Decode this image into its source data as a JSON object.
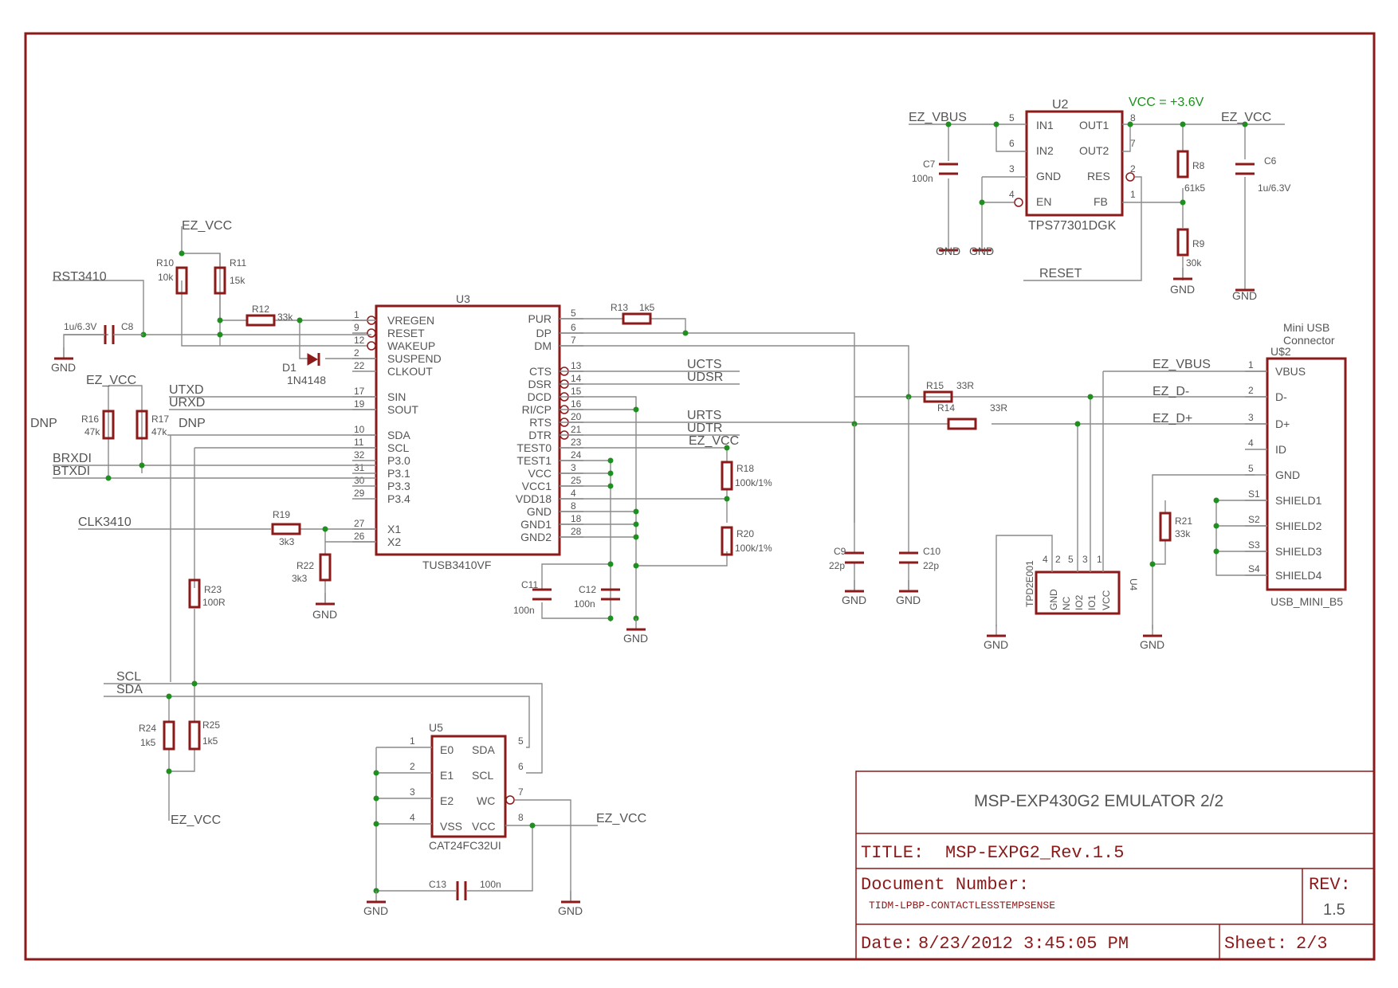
{
  "title_block": {
    "sheet_title": "MSP-EXP430G2 EMULATOR 2/2",
    "title_label": "TITLE:",
    "title_value": "MSP-EXPG2_Rev.1.5",
    "doc_label": "Document Number:",
    "doc_value": "TIDM-LPBP-CONTACTLESSTEMPSENSE",
    "rev_label": "REV:",
    "rev_value": "1.5",
    "date_label": "Date:",
    "date_value": "8/23/2012 3:45:05 PM",
    "sheet_label": "Sheet:",
    "sheet_value": "2/3"
  },
  "u2": {
    "ref": "U2",
    "part": "TPS77301DGK",
    "note": "VCC = +3.6V",
    "pins_left": [
      {
        "name": "IN1",
        "num": "5"
      },
      {
        "name": "IN2",
        "num": "6"
      },
      {
        "name": "GND",
        "num": "3"
      },
      {
        "name": "EN",
        "num": "4"
      }
    ],
    "pins_right": [
      {
        "name": "OUT1",
        "num": "8"
      },
      {
        "name": "OUT2",
        "num": "7"
      },
      {
        "name": "RES",
        "num": "2"
      },
      {
        "name": "FB",
        "num": "1"
      }
    ]
  },
  "u3": {
    "ref": "U3",
    "part": "TUSB3410VF",
    "pins_left": [
      {
        "name": "VREGEN",
        "num": "1"
      },
      {
        "name": "RESET",
        "num": "9"
      },
      {
        "name": "WAKEUP",
        "num": "12"
      },
      {
        "name": "SUSPEND",
        "num": "2"
      },
      {
        "name": "CLKOUT",
        "num": "22"
      },
      {
        "name": "SIN",
        "num": "17"
      },
      {
        "name": "SOUT",
        "num": "19"
      },
      {
        "name": "SDA",
        "num": "10"
      },
      {
        "name": "SCL",
        "num": "11"
      },
      {
        "name": "P3.0",
        "num": "32"
      },
      {
        "name": "P3.1",
        "num": "31"
      },
      {
        "name": "P3.3",
        "num": "30"
      },
      {
        "name": "P3.4",
        "num": "29"
      },
      {
        "name": "X1",
        "num": "27"
      },
      {
        "name": "X2",
        "num": "26"
      }
    ],
    "pins_right": [
      {
        "name": "PUR",
        "num": "5"
      },
      {
        "name": "DP",
        "num": "6"
      },
      {
        "name": "DM",
        "num": "7"
      },
      {
        "name": "CTS",
        "num": "13"
      },
      {
        "name": "DSR",
        "num": "14"
      },
      {
        "name": "DCD",
        "num": "15"
      },
      {
        "name": "RI/CP",
        "num": "16"
      },
      {
        "name": "RTS",
        "num": "20"
      },
      {
        "name": "DTR",
        "num": "21"
      },
      {
        "name": "TEST0",
        "num": "23"
      },
      {
        "name": "TEST1",
        "num": "24"
      },
      {
        "name": "VCC",
        "num": "3"
      },
      {
        "name": "VCC1",
        "num": "25"
      },
      {
        "name": "VDD18",
        "num": "4"
      },
      {
        "name": "GND",
        "num": "8"
      },
      {
        "name": "GND1",
        "num": "18"
      },
      {
        "name": "GND2",
        "num": "28"
      }
    ]
  },
  "u5": {
    "ref": "U5",
    "part": "CAT24FC32UI",
    "pins_left": [
      {
        "name": "E0",
        "num": "1"
      },
      {
        "name": "E1",
        "num": "2"
      },
      {
        "name": "E2",
        "num": "3"
      },
      {
        "name": "VSS",
        "num": "4"
      }
    ],
    "pins_right": [
      {
        "name": "SDA",
        "num": "5"
      },
      {
        "name": "SCL",
        "num": "6"
      },
      {
        "name": "WC",
        "num": "7"
      },
      {
        "name": "VCC",
        "num": "8"
      }
    ]
  },
  "usb": {
    "ref": "U$2",
    "part": "USB_MINI_B5",
    "title1": "Mini USB",
    "title2": "Connector",
    "pins": [
      {
        "name": "VBUS",
        "num": "1"
      },
      {
        "name": "D-",
        "num": "2"
      },
      {
        "name": "D+",
        "num": "3"
      },
      {
        "name": "ID",
        "num": "4"
      },
      {
        "name": "GND",
        "num": "5"
      },
      {
        "name": "SHIELD1",
        "num": "S1"
      },
      {
        "name": "SHIELD2",
        "num": "S2"
      },
      {
        "name": "SHIELD3",
        "num": "S3"
      },
      {
        "name": "SHIELD4",
        "num": "S4"
      }
    ]
  },
  "u4": {
    "ref": "U4",
    "part": "TPD2E001",
    "pins": [
      {
        "name": "GND",
        "num": "4"
      },
      {
        "name": "NC",
        "num": "2"
      },
      {
        "name": "IO2",
        "num": "5"
      },
      {
        "name": "IO1",
        "num": "3"
      },
      {
        "name": "VCC",
        "num": "1"
      }
    ]
  },
  "resistors": [
    {
      "ref": "R8",
      "value": "61k5"
    },
    {
      "ref": "R9",
      "value": "30k"
    },
    {
      "ref": "R10",
      "value": "10k"
    },
    {
      "ref": "R11",
      "value": "15k"
    },
    {
      "ref": "R12",
      "value": "33k"
    },
    {
      "ref": "R13",
      "value": "1k5"
    },
    {
      "ref": "R14",
      "value": "33R"
    },
    {
      "ref": "R15",
      "value": "33R"
    },
    {
      "ref": "R16",
      "value": "47k"
    },
    {
      "ref": "R17",
      "value": "47k"
    },
    {
      "ref": "R18",
      "value": "100k/1%"
    },
    {
      "ref": "R19",
      "value": "3k3"
    },
    {
      "ref": "R20",
      "value": "100k/1%"
    },
    {
      "ref": "R21",
      "value": "33k"
    },
    {
      "ref": "R22",
      "value": "3k3"
    },
    {
      "ref": "R23",
      "value": "100R"
    },
    {
      "ref": "R24",
      "value": "1k5"
    },
    {
      "ref": "R25",
      "value": "1k5"
    }
  ],
  "capacitors": [
    {
      "ref": "C6",
      "value": "1u/6.3V"
    },
    {
      "ref": "C7",
      "value": "100n"
    },
    {
      "ref": "C8",
      "value": "1u/6.3V"
    },
    {
      "ref": "C9",
      "value": "22p"
    },
    {
      "ref": "C10",
      "value": "22p"
    },
    {
      "ref": "C11",
      "value": "100n"
    },
    {
      "ref": "C12",
      "value": "100n"
    },
    {
      "ref": "C13",
      "value": "100n"
    }
  ],
  "diode": {
    "ref": "D1",
    "value": "1N4148"
  },
  "nets": {
    "ez_vbus": "EZ_VBUS",
    "ez_vcc": "EZ_VCC",
    "gnd": "GND",
    "reset": "RESET",
    "rst3410": "RST3410",
    "clk3410": "CLK3410",
    "utxd": "UTXD",
    "urxd": "URXD",
    "brxdi": "BRXDI",
    "btxdi": "BTXDI",
    "dnp": "DNP",
    "ucts": "UCTS",
    "udsr": "UDSR",
    "urts": "URTS",
    "udtr": "UDTR",
    "scl": "SCL",
    "sda": "SDA",
    "ez_dm": "EZ_D-",
    "ez_dp": "EZ_D+"
  }
}
